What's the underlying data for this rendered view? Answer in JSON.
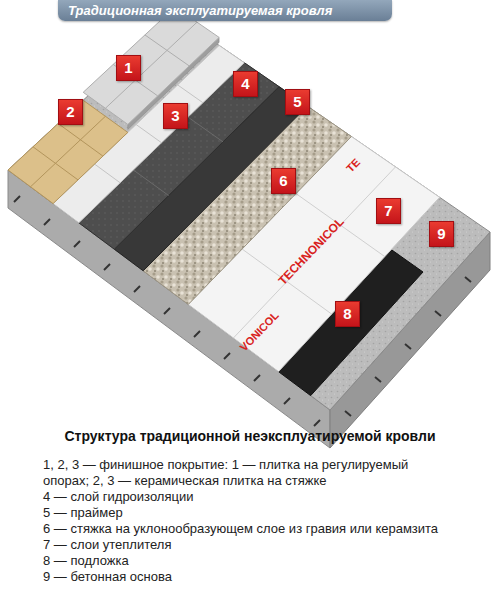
{
  "diagram": {
    "title": "Традиционная эксплуатируемая кровля",
    "caption": "Структура традиционной неэксплуатируемой кровли",
    "nodes": [
      {
        "text": [
          "1"
        ]
      },
      {
        "text": [
          "2"
        ]
      },
      {
        "text": [
          "3"
        ]
      },
      {
        "text": [
          "4"
        ]
      },
      {
        "text": [
          "5"
        ]
      },
      {
        "text": [
          "6"
        ]
      },
      {
        "text": [
          "7"
        ]
      },
      {
        "text": [
          "8"
        ]
      },
      {
        "text": [
          "9"
        ]
      }
    ],
    "labels": [
      "1, 2, 3 — финишное покрытие: 1 — плитка на регулируемый опорах; 2, 3 — керамическая плитка на стяжке",
      "4 — слой гидроизоляции",
      "5 — праймер",
      "6 — стяжка на уклонообразующем слое из гравия или керамзита",
      "7 — слои утеплителя",
      "8 — подложка",
      "9 — бетонная основа",
      "TECHNONICOL",
      "VONICOL",
      "TE"
    ]
  }
}
